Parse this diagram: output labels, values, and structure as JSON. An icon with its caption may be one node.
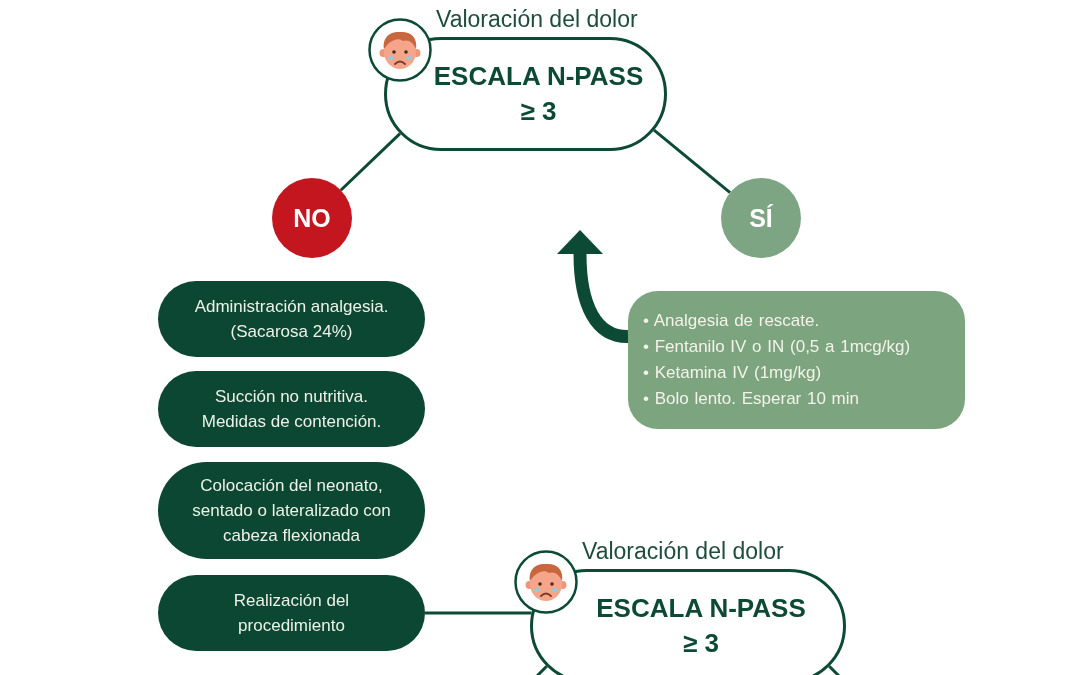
{
  "diagram": {
    "nodes": [
      {
        "text": [
          "Valoración del dolor",
          "ESCALA N-PASS ≥ 3"
        ]
      },
      {
        "text": [
          "NO"
        ]
      },
      {
        "text": [
          "SÍ"
        ]
      },
      {
        "text": [
          "Administración analgesia. (Sacarosa 24%)"
        ]
      },
      {
        "text": [
          "Succión no nutritiva.",
          "Medidas de contención."
        ]
      },
      {
        "text": [
          "Colocación del neonato, sentado o lateralizado con cabeza flexionada"
        ]
      },
      {
        "text": [
          "Realización del procedimiento"
        ]
      },
      {
        "text": [
          "• Analgesia de rescate.",
          "• Fentanilo IV o IN (0,5 a 1mcg/kg)",
          "• Ketamina IV (1mg/kg)",
          "• Bolo lento. Esperar 10 min"
        ]
      },
      {
        "text": [
          "Valoración del dolor",
          "ESCALA N-PASS ≥ 3"
        ]
      }
    ],
    "edges": [
      {
        "from": 0,
        "to": 1,
        "arrow": "none"
      },
      {
        "from": 0,
        "to": 2,
        "arrow": "none"
      },
      {
        "from": 7,
        "to": null,
        "arrow": "to",
        "style": "thick"
      },
      {
        "from": 6,
        "to": 8,
        "arrow": "none"
      },
      {
        "from": 8,
        "to": null,
        "arrow": "none"
      },
      {
        "from": 8,
        "to": null,
        "arrow": "none"
      }
    ]
  }
}
